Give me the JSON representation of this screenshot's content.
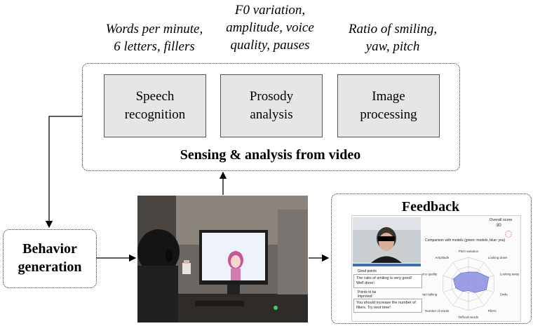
{
  "captions": {
    "speech_line1": "Words per minute,",
    "speech_line2": "6 letters, fillers",
    "prosody_line1": "F0 variation,",
    "prosody_line2": "amplitude, voice",
    "prosody_line3": "quality, pauses",
    "image_line1": "Ratio of smiling,",
    "image_line2": "yaw, pitch"
  },
  "modules": {
    "speech_line1": "Speech",
    "speech_line2": "recognition",
    "prosody_line1": "Prosody",
    "prosody_line2": "analysis",
    "image_line1": "Image",
    "image_line2": "processing"
  },
  "sensing_label": "Sensing & analysis from video",
  "behavior": {
    "line1": "Behavior",
    "line2": "generation"
  },
  "feedback": {
    "title": "Feedback",
    "overall_label": "Overall score",
    "overall_value": "80",
    "comparison_title": "Comparison with models (green: models, blue: you)",
    "good_points_label": "Good points",
    "good_points_text_1": "The ratio of smiling is very good!",
    "good_points_text_2": "Well done!",
    "improve_label_1": "Points to be",
    "improve_label_2": "improved",
    "improve_text_1": "You should increase the number of",
    "improve_text_2": "fillers. Try next time!",
    "radar_axes": [
      "Pitch variation",
      "Looking down",
      "Looking away",
      "Smile",
      "Fillers",
      "Difficult words",
      "Number of words",
      "Time to start talking",
      "Voice quality",
      "Amplitude"
    ]
  },
  "colors": {
    "module_bg": "#e6e6e6",
    "radar_fill": "#8a8fe0",
    "avatar_hair": "#c7559a"
  }
}
